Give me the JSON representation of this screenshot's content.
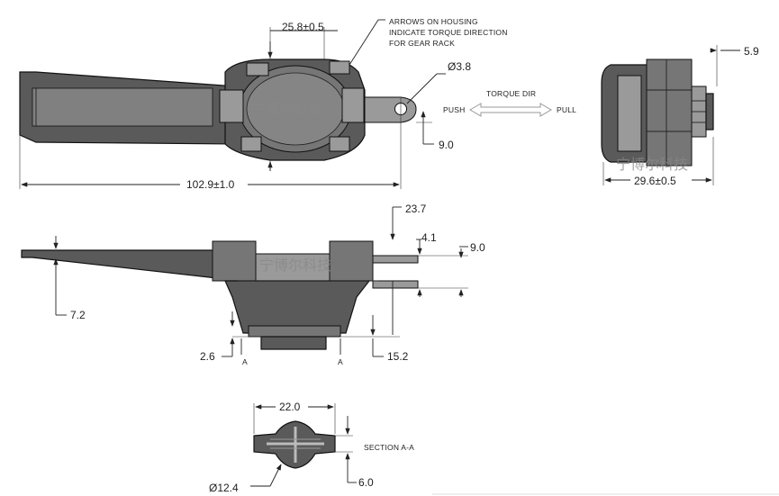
{
  "notes": {
    "arrows_line1": "ARROWS ON HOUSING",
    "arrows_line2": "INDICATE TORQUE DIRECTION",
    "arrows_line3": "FOR GEAR RACK",
    "torque_dir": "TORQUE DIR",
    "push": "PUSH",
    "pull": "PULL",
    "section": "SECTION A-A",
    "section_mark": "A"
  },
  "watermark": "宁博尔科技",
  "dimensions": {
    "width_top": "25.8±0.5",
    "hole_dia": "Ø3.8",
    "tab_offset": "9.0",
    "length": "102.9±1.0",
    "side_right": "5.9",
    "side_width": "29.6±0.5",
    "height_total": "23.7",
    "pin_gap": "4.1",
    "pin_span": "9.0",
    "arm_thk": "7.2",
    "base_step": "2.6",
    "depth": "15.2",
    "sec_width": "22.0",
    "sec_height": "6.0",
    "sec_dia": "Ø12.4"
  }
}
